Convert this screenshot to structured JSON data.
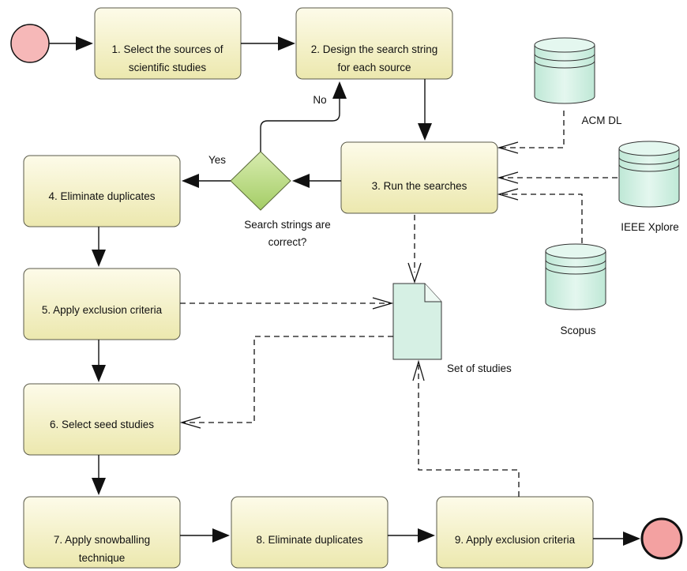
{
  "tasks": {
    "t1": {
      "line1": "1. Select the sources of",
      "line2": "scientific studies"
    },
    "t2": {
      "line1": "2. Design the search string",
      "line2": "for each source"
    },
    "t3": {
      "label": "3. Run the searches"
    },
    "t4": {
      "label": "4. Eliminate duplicates"
    },
    "t5": {
      "label": "5. Apply exclusion criteria"
    },
    "t6": {
      "label": "6. Select seed studies"
    },
    "t7": {
      "line1": "7. Apply snowballing",
      "line2": "technique"
    },
    "t8": {
      "label": "8. Eliminate duplicates"
    },
    "t9": {
      "label": "9. Apply exclusion criteria"
    }
  },
  "gateway": {
    "line1": "Search strings are",
    "line2": "correct?",
    "yes_label": "Yes",
    "no_label": "No"
  },
  "datastores": {
    "acm": "ACM DL",
    "ieee": "IEEE Xplore",
    "scopus": "Scopus"
  },
  "document": {
    "label": "Set of studies"
  },
  "colors": {
    "task_fill_top": "#fdfbe9",
    "task_fill_bottom": "#ece8ae",
    "start_event": "#f6b8b8",
    "end_event": "#f3a1a1",
    "gateway": "#b4d67c",
    "datastore": "#cdeee0",
    "document": "#d6f0e4"
  }
}
